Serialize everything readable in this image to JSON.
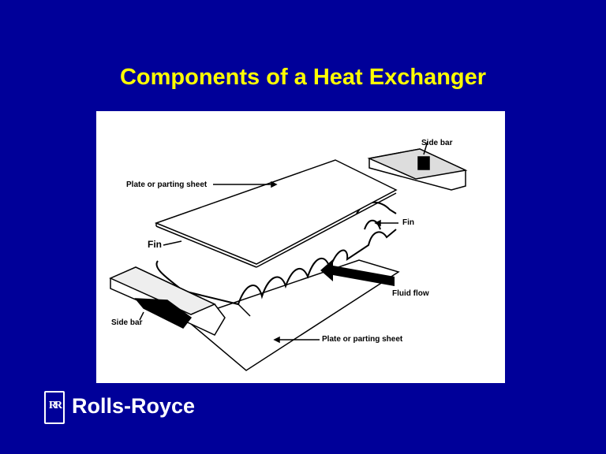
{
  "slide": {
    "title": "Components of a Heat Exchanger"
  },
  "figure": {
    "labels": {
      "side_bar_top": "Side bar",
      "plate_top": "Plate or parting sheet",
      "fin_right": "Fin",
      "fin_left": "Fin",
      "fluid_flow": "Fluid flow",
      "side_bar_bottom": "Side bar",
      "plate_bottom": "Plate or parting sheet"
    }
  },
  "footer": {
    "brand": "Rolls-Royce",
    "logo_text": "RR"
  },
  "colors": {
    "background": "#000099",
    "title": "#ffff00"
  }
}
